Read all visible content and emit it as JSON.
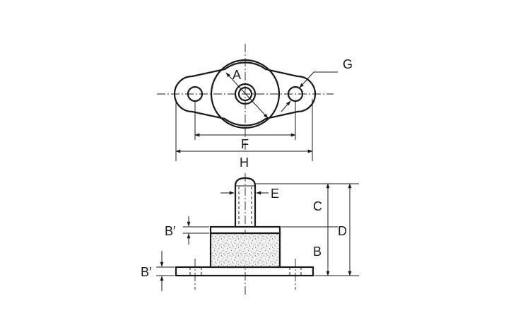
{
  "labels": {
    "A": "A",
    "B": "B",
    "B_prime_top": "B′",
    "B_prime_bottom": "B′",
    "C": "C",
    "D": "D",
    "E": "E",
    "F": "F",
    "G": "G",
    "H": "H"
  },
  "colors": {
    "line": "#1a1a1a",
    "background": "#ffffff",
    "rubber_fill": "#f2f2f2"
  }
}
